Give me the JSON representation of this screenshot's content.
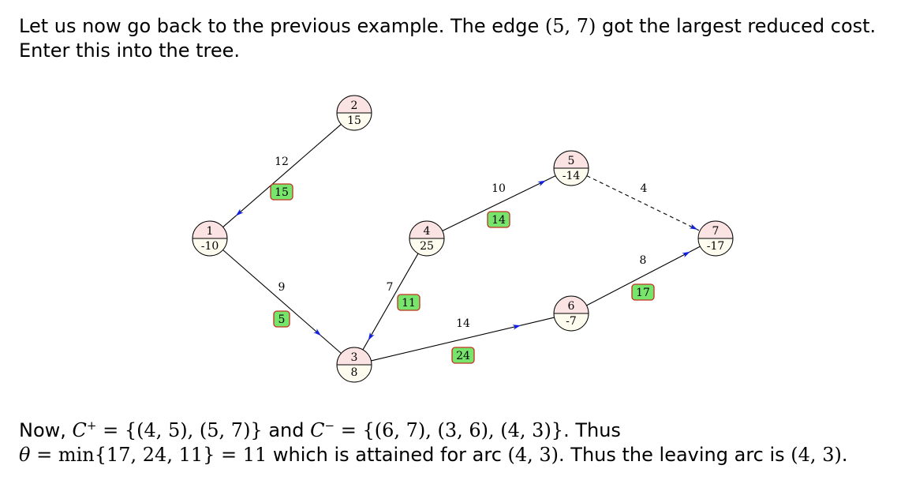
{
  "intro": {
    "sentence1_a": "Let us now go back to the previous example.  The edge ",
    "sentence1_edge": "(5, 7)",
    "sentence1_b": " got the largest reduced cost.",
    "sentence2": "Enter this into the tree."
  },
  "outro": {
    "now": "Now, ",
    "cplus_symbol": "C",
    "cplus_sup": "+",
    "cplus_set": " = {(4, 5), (5, 7)}",
    "and": " and ",
    "cminus_symbol": "C",
    "cminus_sup": "−",
    "cminus_set": " = {(6, 7), (3, 6), (4, 3)}",
    "thus1": ".  Thus",
    "theta": "θ",
    "theta_expr": " = min{17, 24, 11} = 11",
    "attained": " which is attained for arc ",
    "arc1": "(4, 3)",
    "thus2": ".  Thus the leaving arc is ",
    "arc2": "(4, 3)",
    "period": "."
  },
  "graph": {
    "nodes": [
      {
        "id": "1",
        "value": "-10"
      },
      {
        "id": "2",
        "value": "15"
      },
      {
        "id": "3",
        "value": "8"
      },
      {
        "id": "4",
        "value": "25"
      },
      {
        "id": "5",
        "value": "-14"
      },
      {
        "id": "6",
        "value": "-7"
      },
      {
        "id": "7",
        "value": "-17"
      }
    ],
    "edges": [
      {
        "from": "2",
        "to": "1",
        "cost": "12",
        "flow": "15",
        "style": "solid"
      },
      {
        "from": "1",
        "to": "3",
        "cost": "9",
        "flow": "5",
        "style": "solid"
      },
      {
        "from": "4",
        "to": "3",
        "cost": "7",
        "flow": "11",
        "style": "solid"
      },
      {
        "from": "4",
        "to": "5",
        "cost": "10",
        "flow": "14",
        "style": "solid"
      },
      {
        "from": "3",
        "to": "6",
        "cost": "14",
        "flow": "24",
        "style": "solid"
      },
      {
        "from": "6",
        "to": "7",
        "cost": "8",
        "flow": "17",
        "style": "solid"
      },
      {
        "from": "5",
        "to": "7",
        "cost": "4",
        "flow": "",
        "style": "dashed"
      }
    ],
    "colors": {
      "node_top": "#fbe3e4",
      "node_bottom": "#fdfcee",
      "arrow": "#1020e0",
      "flow_fill": "#77e46c",
      "flow_border": "#c0301f"
    }
  }
}
